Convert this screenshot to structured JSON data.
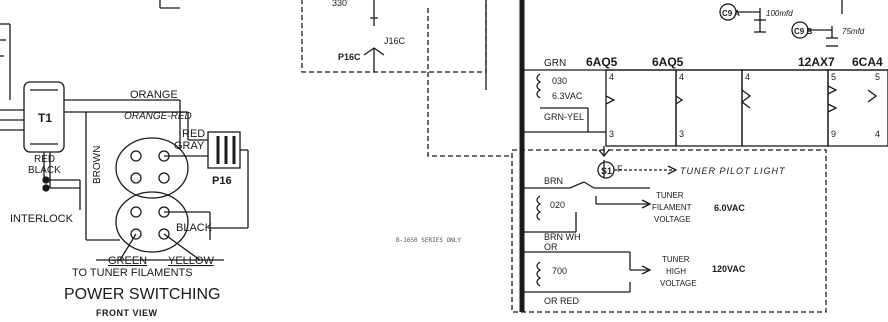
{
  "colors": {
    "ink": "#1a1a1a",
    "paper": "#ffffff"
  },
  "top_left": {
    "cap_value": "330",
    "plug_label": "P16C",
    "jack_label": "J16C"
  },
  "power_switching": {
    "transformer": "T1",
    "wires": {
      "orange": "ORANGE",
      "orange_red": "ORANGE-RED",
      "brown": "BROWN",
      "red": "RED",
      "gray": "GRAY",
      "black": "BLACK",
      "red_black": "RED\nBLACK",
      "green": "GREEN",
      "yellow": "YELLOW"
    },
    "plug": "P16",
    "interlock": "INTERLOCK",
    "to_filaments": "TO TUNER FILAMENTS",
    "title": "POWER SWITCHING",
    "subtitle": "FRONT VIEW"
  },
  "series_note": "B-1650 SERIES ONLY",
  "caps": {
    "c9a_label": "C9 A",
    "c9a_value": "100mfd",
    "c9b_label": "C9 B",
    "c9b_value": "75mfd"
  },
  "filament_string": {
    "grn": "GRN",
    "winding_1": "030",
    "voltage": "6.3VAC",
    "grn_yel": "GRN-YEL",
    "tubes": [
      "6AQ5",
      "6AQ5",
      "12AX7",
      "6CA4"
    ],
    "pin_top": [
      "4",
      "4",
      "4",
      "5",
      "5"
    ],
    "pin_bottom": [
      "3",
      "3",
      "9",
      "4"
    ]
  },
  "tuner_box": {
    "switch": "S1",
    "switch_suffix": "F",
    "pilot_light": "TUNER PILOT LIGHT",
    "brn": "BRN",
    "winding_2": "020",
    "brn_wh": "BRN WH",
    "filament_voltage_label": "TUNER\nFILAMENT\nVOLTAGE",
    "filament_voltage_value": "6.0VAC",
    "or": "OR",
    "winding_3": "700",
    "high_voltage_label": "TUNER\nHIGH\nVOLTAGE",
    "high_voltage_value": "120VAC",
    "or_red": "OR RED"
  }
}
